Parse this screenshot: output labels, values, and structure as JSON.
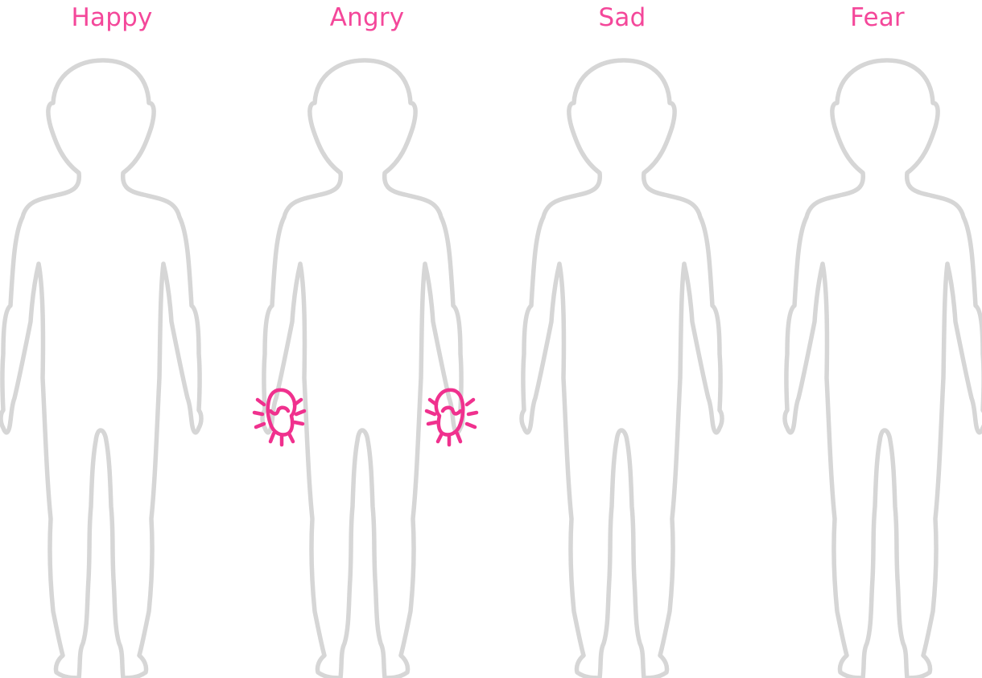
{
  "colors": {
    "label": "#f4479a",
    "outline": "#d6d6d6",
    "highlight": "#f0318e"
  },
  "figures": [
    {
      "label": "Happy",
      "markings": []
    },
    {
      "label": "Angry",
      "markings": [
        "left-fist-icon",
        "right-fist-icon"
      ]
    },
    {
      "label": "Sad",
      "markings": []
    },
    {
      "label": "Fear",
      "markings": []
    }
  ]
}
